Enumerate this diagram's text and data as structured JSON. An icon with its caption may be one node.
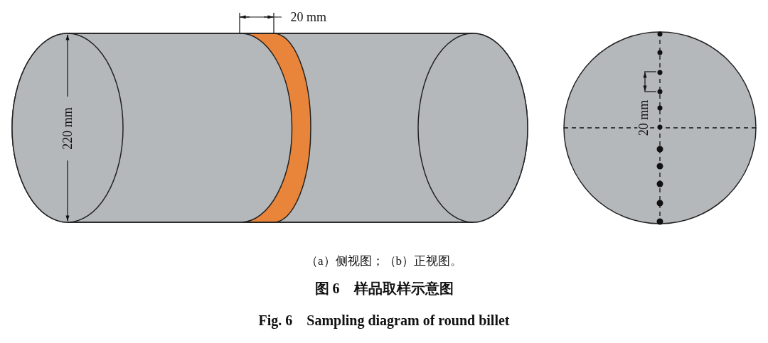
{
  "diagram": {
    "labels": [
      "20 mm",
      "220 mm",
      "20 mm",
      "（a）侧视图；（b）正视图。",
      "图 6　样品取样示意图",
      "Fig. 6　Sampling diagram of round billet"
    ]
  }
}
